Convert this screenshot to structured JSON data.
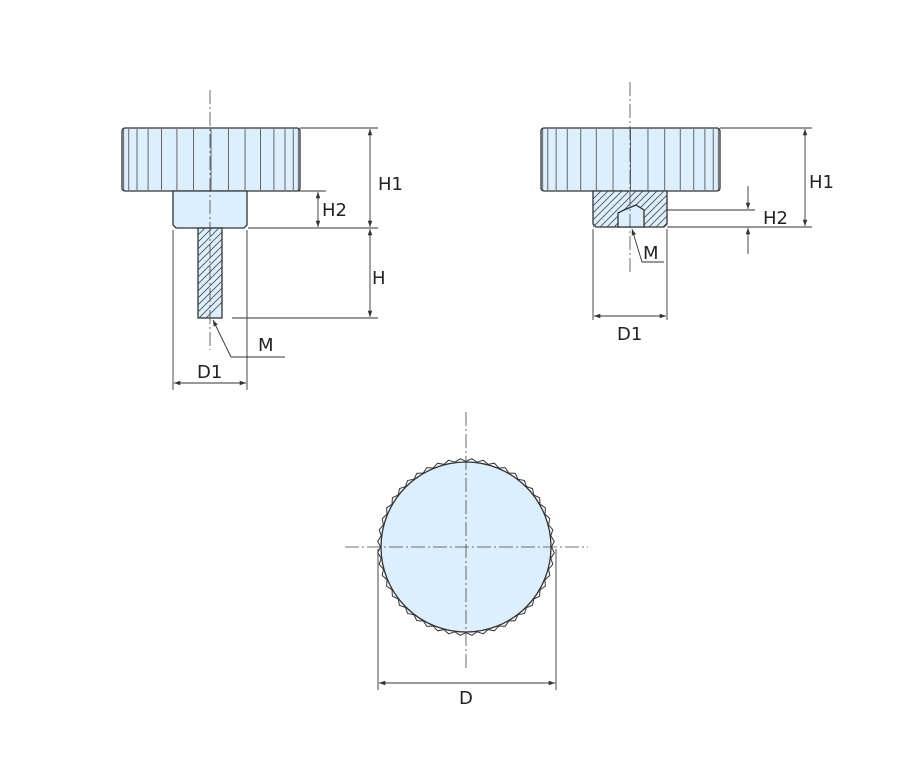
{
  "title": "Knurled thumb screw / thumb nut dimension drawing",
  "colors": {
    "fill": "#dcefff",
    "line": "#333333"
  },
  "views": {
    "screw_side": {
      "labels": {
        "h1": "H1",
        "h2": "H2",
        "h": "H",
        "m": "M",
        "d1": "D1"
      }
    },
    "nut_side": {
      "labels": {
        "h1": "H1",
        "h2": "H2",
        "m": "M",
        "d1": "D1"
      }
    },
    "top": {
      "labels": {
        "d": "D"
      }
    }
  }
}
